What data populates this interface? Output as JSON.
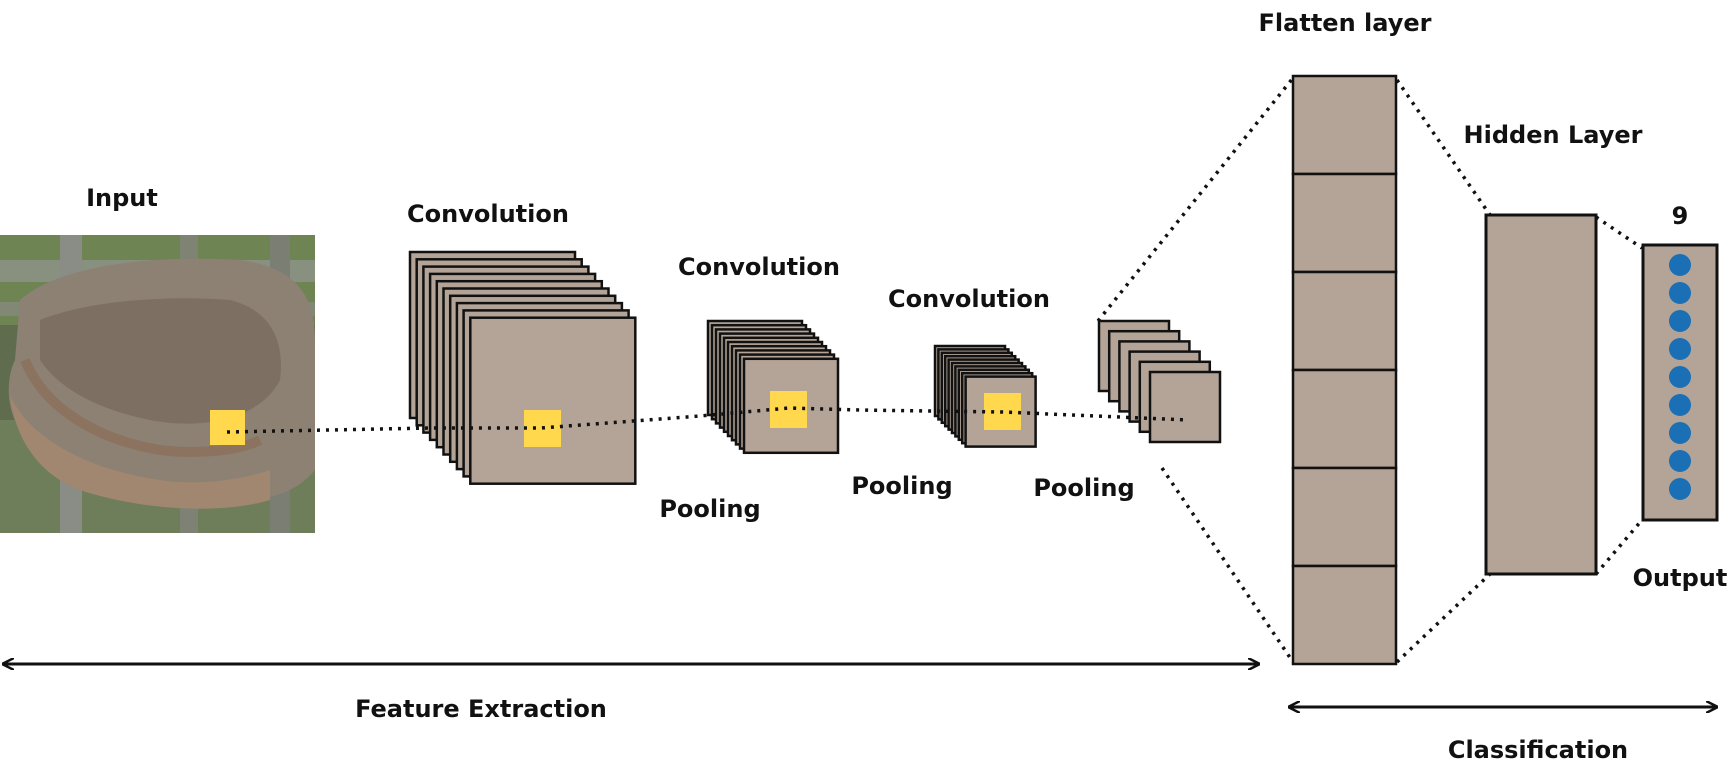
{
  "labels": {
    "input": "Input",
    "conv1": "Convolution",
    "conv2": "Convolution",
    "conv3": "Convolution",
    "pool1": "Pooling",
    "pool2": "Pooling",
    "pool3": "Pooling",
    "flatten": "Flatten layer",
    "hidden": "Hidden Layer",
    "output_count": "9",
    "output": "Output",
    "feature_extraction": "Feature Extraction",
    "classification": "Classification"
  },
  "output_nodes": 9,
  "flatten_cells": 6,
  "colors": {
    "layer_fill": "#b3a497",
    "kernel": "#ffd84d",
    "node": "#1a6fb5",
    "stroke": "#111111"
  }
}
